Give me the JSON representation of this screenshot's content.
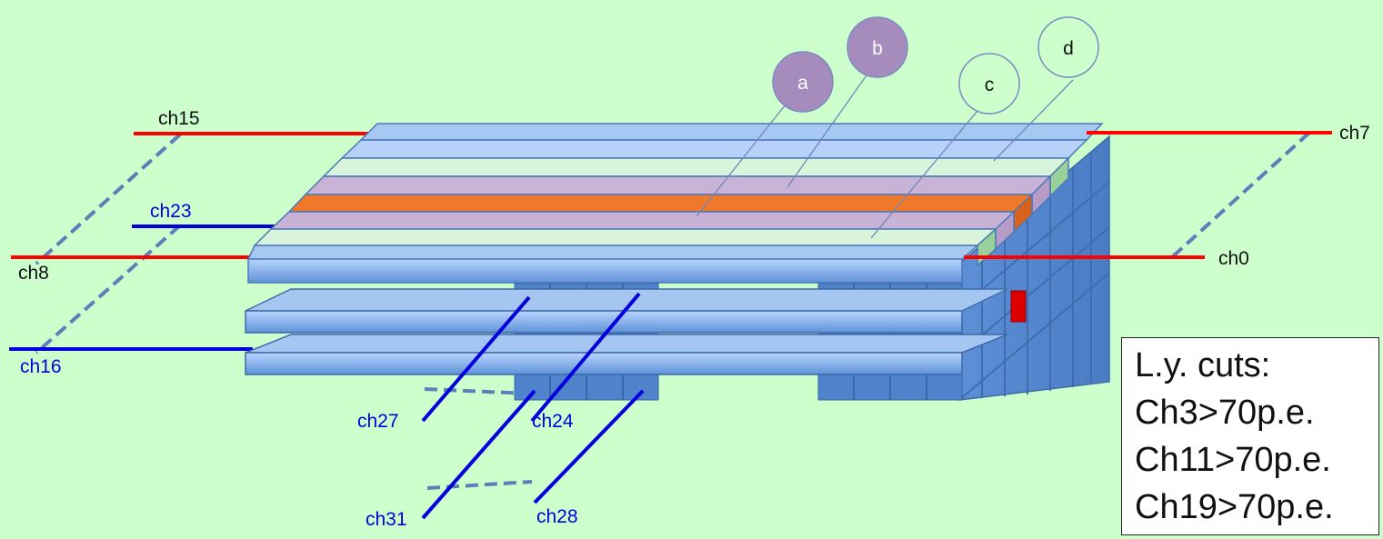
{
  "colors": {
    "background": "#ccffcc",
    "bar_fill": "#6fa0e0",
    "bar_top": "#b0d0ff",
    "bar_stroke": "#4a78b8",
    "red_line": "#ff0000",
    "blue_line": "#0000dd",
    "dashed": "#5b7fb8",
    "orange_bar": "#f0782a",
    "purple_bar": "#c8b2d6",
    "callout_purple": "#a68cbc",
    "callout_light": "#ccffcc",
    "hit_red": "#dd0000",
    "green_end": "#9ad09a"
  },
  "channels": {
    "ch15": "ch15",
    "ch23": "ch23",
    "ch8": "ch8",
    "ch16": "ch16",
    "ch7": "ch7",
    "ch0": "ch0",
    "ch27": "ch27",
    "ch24": "ch24",
    "ch31": "ch31",
    "ch28": "ch28"
  },
  "callouts": {
    "a": "a",
    "b": "b",
    "c": "c",
    "d": "d"
  },
  "cuts_box": {
    "title": "L.y. cuts:",
    "lines": [
      "Ch3>70p.e.",
      "Ch11>70p.e.",
      "Ch19>70p.e."
    ]
  }
}
